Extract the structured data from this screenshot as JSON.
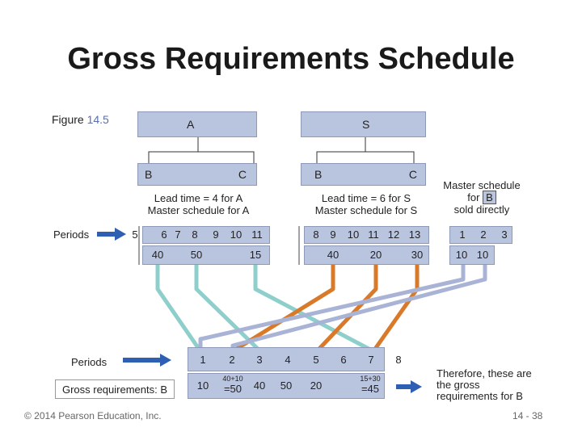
{
  "title": "Gross Requirements Schedule",
  "figure_label": "Figure",
  "figure_number": "14.5",
  "nodes": {
    "A": "A",
    "S": "S",
    "A_B": "B",
    "A_C": "C",
    "S_B": "B",
    "S_C": "C",
    "direct_B": "B"
  },
  "lead_A": [
    "Lead time = 4 for A",
    "Master schedule for A"
  ],
  "lead_S": [
    "Lead time = 6 for S",
    "Master schedule for S"
  ],
  "direct": [
    "Master schedule",
    "for",
    "sold directly"
  ],
  "periods_label": "Periods",
  "A_periods": [
    "5",
    "6",
    "7",
    "8",
    "9",
    "10",
    "11"
  ],
  "A_values": [
    "40",
    "50",
    "15"
  ],
  "S_periods": [
    "8",
    "9",
    "10",
    "11",
    "12",
    "13"
  ],
  "S_values": [
    "40",
    "20",
    "30"
  ],
  "B_periods": [
    "1",
    "2",
    "3"
  ],
  "B_values": [
    "10",
    "10"
  ],
  "gross_periods": [
    "1",
    "2",
    "3",
    "4",
    "5",
    "6",
    "7",
    "8"
  ],
  "gross_label": "Gross requirements: B",
  "gross": {
    "p1": "10",
    "p2_top": "40+10",
    "p2_bottom": "=50",
    "p3": "40",
    "p4": "50",
    "p5": "20",
    "p7_top": "15+30",
    "p7_bottom": "=45"
  },
  "conclusion": [
    "Therefore, these are",
    "the gross",
    "requirements for B"
  ],
  "footer": "© 2014 Pearson Education, Inc.",
  "page_number": "14 - 38",
  "colors": {
    "teal": "#8ecfcc",
    "orange": "#d97a2b",
    "lavender": "#a9b3d6",
    "box": "#b9c4df",
    "blue_arrow": "#2f5fb3"
  }
}
